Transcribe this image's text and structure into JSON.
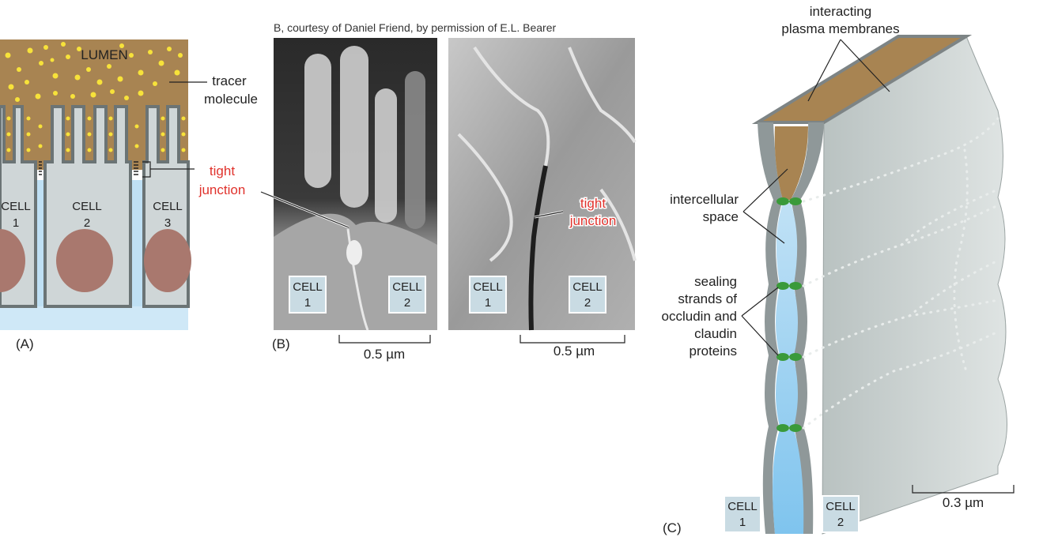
{
  "panel_a": {
    "lumen": "LUMEN",
    "tracer": [
      "tracer",
      "molecule"
    ],
    "tight_junction": [
      "tight",
      "junction"
    ],
    "cells": [
      [
        "CELL",
        "1"
      ],
      [
        "CELL",
        "2"
      ],
      [
        "CELL",
        "3"
      ]
    ],
    "panel_label": "(A)"
  },
  "panel_b": {
    "credit": "B, courtesy of Daniel Friend, by permission of E.L. Bearer",
    "tight_junction_left": [
      "tight",
      "junction"
    ],
    "tight_junction_right": [
      "tight",
      "junction"
    ],
    "cells_left": [
      [
        "CELL",
        "1"
      ],
      [
        "CELL",
        "2"
      ]
    ],
    "cells_right": [
      [
        "CELL",
        "1"
      ],
      [
        "CELL",
        "2"
      ]
    ],
    "scale_left": "0.5 µm",
    "scale_right": "0.5 µm",
    "panel_label": "(B)"
  },
  "panel_c": {
    "membranes": [
      "interacting",
      "plasma membranes"
    ],
    "intercellular": [
      "intercellular",
      "space"
    ],
    "sealing": [
      "sealing",
      "strands of",
      "occludin and",
      "claudin",
      "proteins"
    ],
    "cells": [
      [
        "CELL",
        "1"
      ],
      [
        "CELL",
        "2"
      ]
    ],
    "scale": "0.3 µm",
    "panel_label": "(C)"
  },
  "colors": {
    "lumen": "#a88452",
    "tracer": "#f7e23a",
    "cell_fill": "#cfd6d7",
    "intercell": "#bfe0f4",
    "nucleus": "#a9786e",
    "red_label": "#e0322c",
    "seal": "#3a9a3a"
  }
}
